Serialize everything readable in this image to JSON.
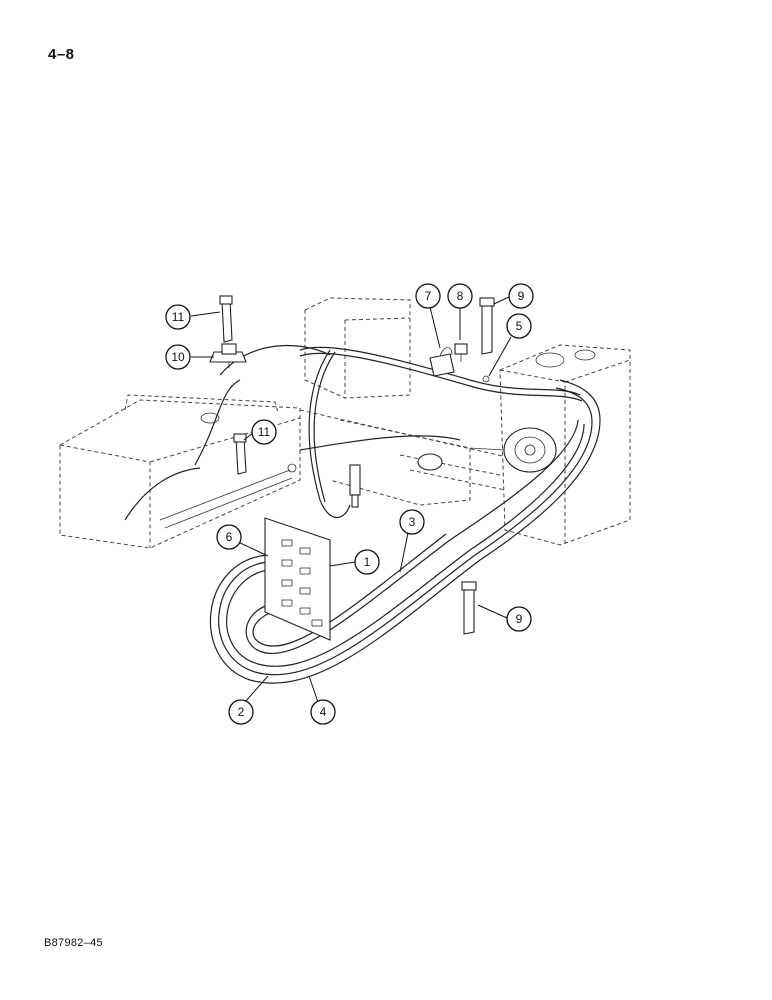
{
  "page": {
    "page_number": "4–8",
    "figure_code": "B87982–45"
  },
  "callouts": [
    {
      "id": "1",
      "label": "1"
    },
    {
      "id": "2",
      "label": "2"
    },
    {
      "id": "3",
      "label": "3"
    },
    {
      "id": "4",
      "label": "4"
    },
    {
      "id": "5",
      "label": "5"
    },
    {
      "id": "6",
      "label": "6"
    },
    {
      "id": "7",
      "label": "7"
    },
    {
      "id": "8",
      "label": "8"
    },
    {
      "id": "9a",
      "label": "9"
    },
    {
      "id": "9b",
      "label": "9"
    },
    {
      "id": "10",
      "label": "10"
    },
    {
      "id": "11a",
      "label": "11"
    },
    {
      "id": "11b",
      "label": "11"
    }
  ]
}
